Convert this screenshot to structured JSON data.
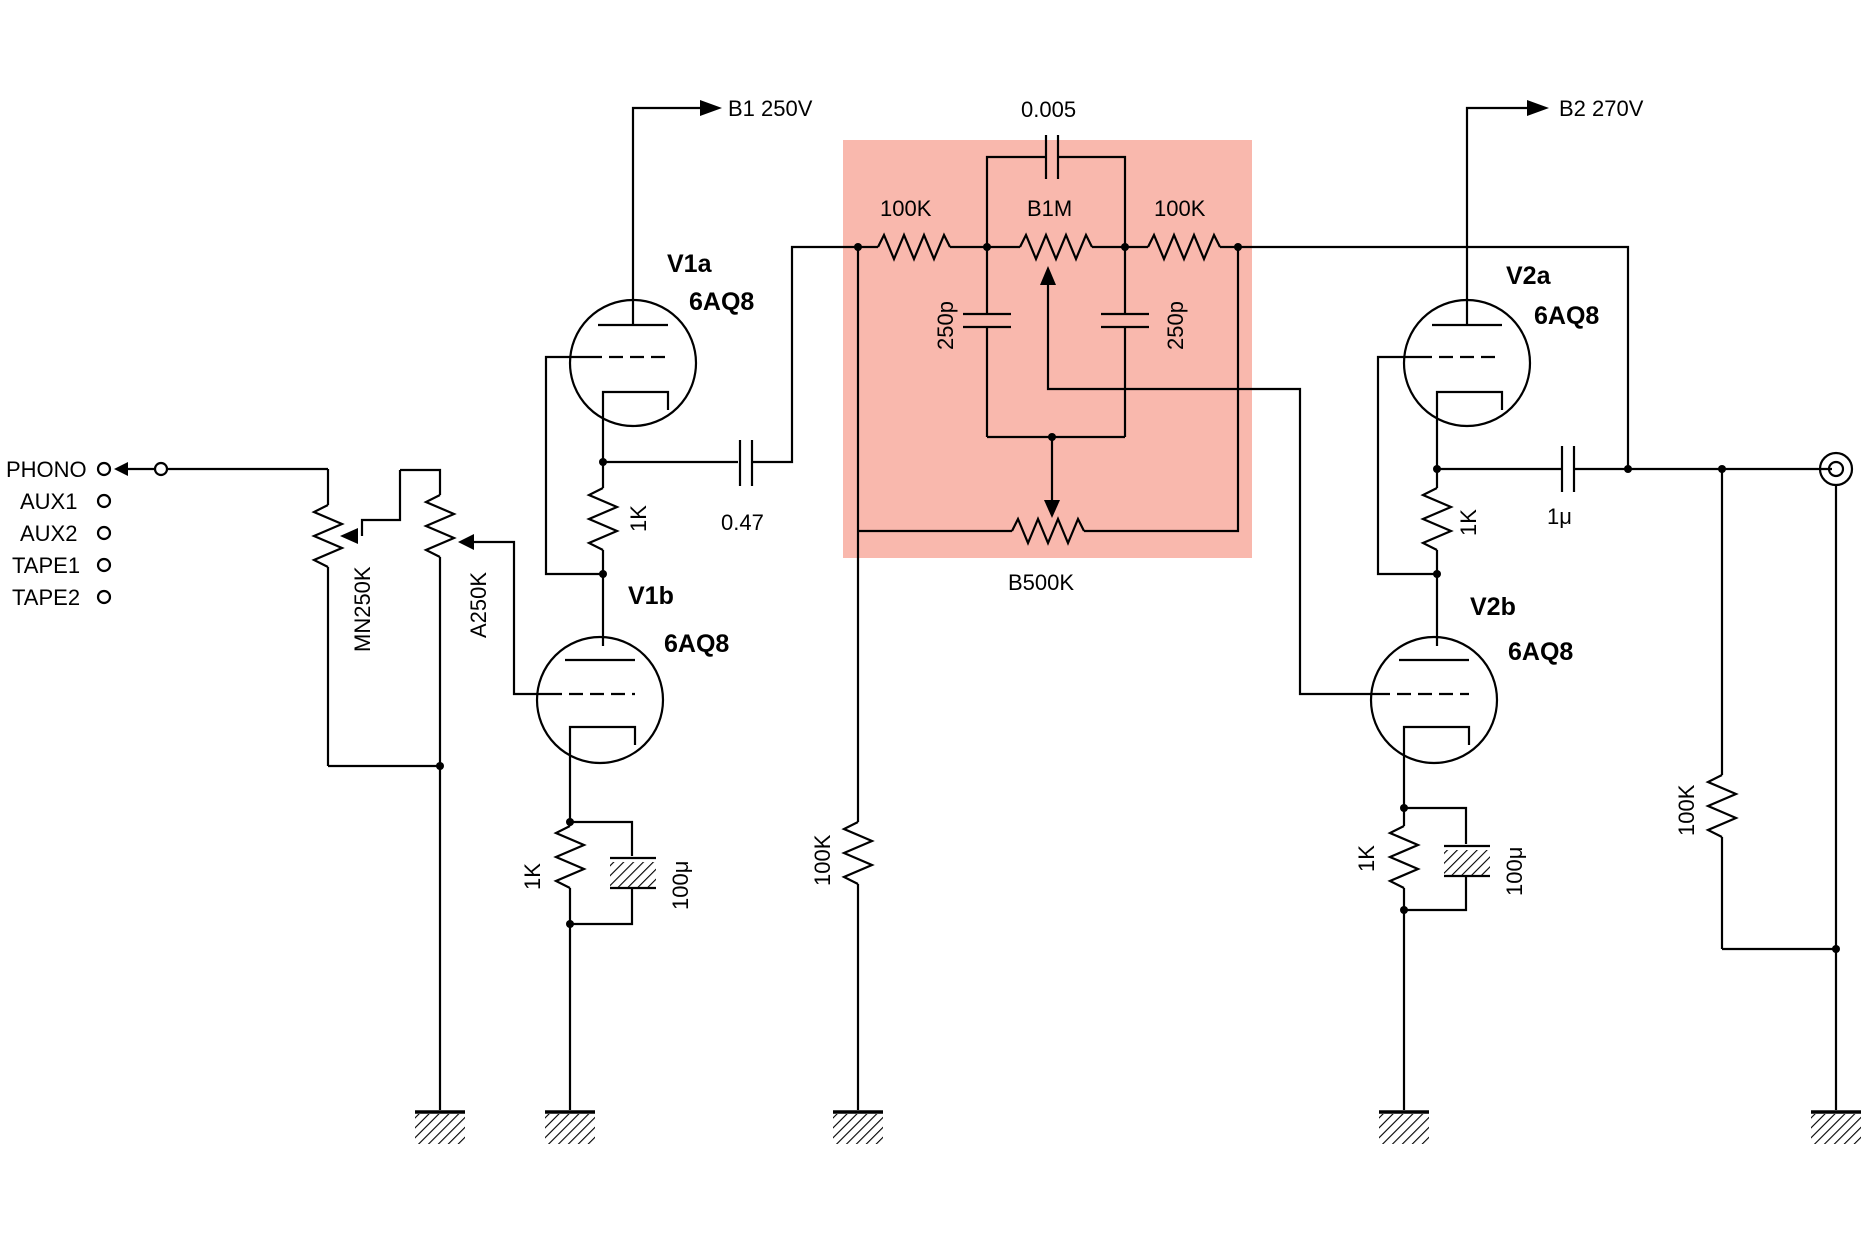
{
  "colors": {
    "highlight": "#f9b8ad",
    "ink": "#000000"
  },
  "supplies": {
    "b1": "B1  250V",
    "b2": "B2  270V"
  },
  "inputs": [
    "PHONO",
    "AUX1",
    "AUX2",
    "TAPE1",
    "TAPE2"
  ],
  "tubes": {
    "v1a": {
      "name": "V1a",
      "type": "6AQ8"
    },
    "v1b": {
      "name": "V1b",
      "type": "6AQ8"
    },
    "v2a": {
      "name": "V2a",
      "type": "6AQ8"
    },
    "v2b": {
      "name": "V2b",
      "type": "6AQ8"
    }
  },
  "components": {
    "pot_input_1": "MN250K",
    "pot_input_2": "A250K",
    "r_v1_cathode_link": "1K",
    "r_v1b_cathode": "1K",
    "c_v1b_bypass": "100μ",
    "c_coupling_1": "0.47",
    "tone_r_left": "100K",
    "tone_r_right": "100K",
    "tone_pot_treble": "B1M",
    "tone_cap_top": "0.005",
    "tone_cap_left": "250p",
    "tone_cap_right": "250p",
    "tone_pot_bass": "B500K",
    "r_grid_leak": "100K",
    "r_v2_cathode_link": "1K",
    "c_coupling_2": "1μ",
    "r_v2b_cathode": "1K",
    "c_v2b_bypass": "100μ",
    "r_output": "100K"
  }
}
